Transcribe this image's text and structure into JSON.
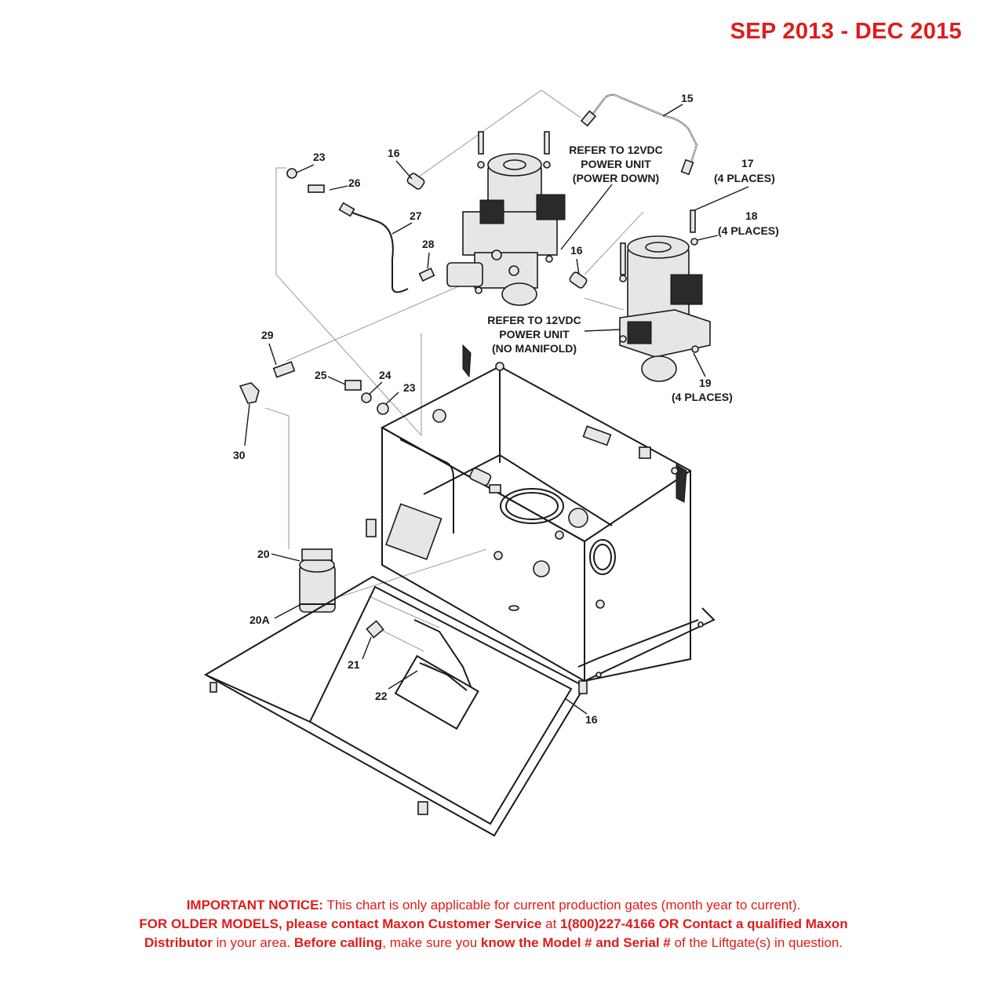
{
  "header": {
    "date_range": "SEP 2013 - DEC 2015"
  },
  "callouts": {
    "c15": "15",
    "c16a": "16",
    "c16b": "16",
    "c16c": "16",
    "c17": "17",
    "c17_note": "(4 PLACES)",
    "c18": "18",
    "c18_note": "(4 PLACES)",
    "c19": "19",
    "c19_note": "(4 PLACES)",
    "c20": "20",
    "c20a": "20A",
    "c21": "21",
    "c22": "22",
    "c23a": "23",
    "c23b": "23",
    "c24": "24",
    "c25": "25",
    "c26": "26",
    "c27": "27",
    "c28": "28",
    "c29": "29",
    "c30": "30"
  },
  "references": {
    "power_down": [
      "REFER TO 12VDC",
      "POWER UNIT",
      "(POWER DOWN)"
    ],
    "no_manifold": [
      "REFER TO 12VDC",
      "POWER UNIT",
      "(NO MANIFOLD)"
    ]
  },
  "notice": {
    "l1_bold": "IMPORTANT NOTICE:",
    "l1_text": " This chart is only applicable for current production gates (month year to current).",
    "l2_bold1": "FOR OLDER MODELS, please contact Maxon Customer Service",
    "l2_text1": " at ",
    "l2_bold2": "1(800)227-4166 OR Contact a qualified Maxon",
    "l3_bold1": "Distributor",
    "l3_text1": " in your area. ",
    "l3_bold2": "Before calling",
    "l3_text2": ", make sure you ",
    "l3_bold3": "know the Model # and Serial #",
    "l3_text3": " of the Liftgate(s) in question."
  },
  "colors": {
    "accent_red": "#e01b1b",
    "ink": "#1a1a1a"
  }
}
